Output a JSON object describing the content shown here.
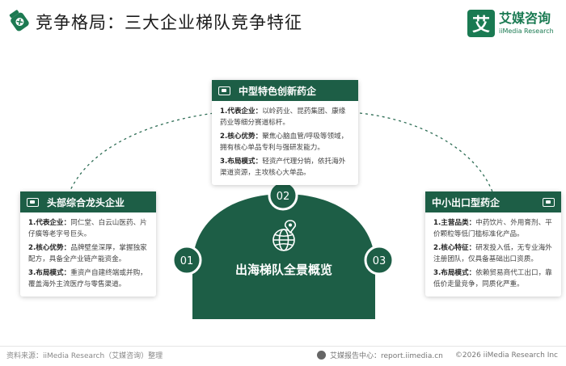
{
  "header": {
    "title": "竞争格局：三大企业梯队竞争特征"
  },
  "logo": {
    "mark": "艾",
    "name_cn": "艾媒咨询",
    "name_en": "iiMedia Research"
  },
  "center": {
    "label": "出海梯队全景概览",
    "numbers": [
      "01",
      "02",
      "03"
    ]
  },
  "cards": {
    "top": {
      "title": "中型特色创新药企",
      "rows": [
        {
          "label": "1.代表企业：",
          "text": "以岭药业、昆药集团、康缘药业等细分赛道标杆。"
        },
        {
          "label": "2.核心优势：",
          "text": "聚焦心脑血管/呼吸等领域，拥有核心单品专利与强研发能力。"
        },
        {
          "label": "3.布局模式：",
          "text": "轻资产代理分销，依托海外渠道资源，主攻核心大单品。"
        }
      ]
    },
    "left": {
      "title": "头部综合龙头企业",
      "rows": [
        {
          "label": "1.代表企业：",
          "text": "同仁堂、白云山医药、片仔癀等老字号巨头。"
        },
        {
          "label": "2.核心优势：",
          "text": "品牌壁垒深厚，掌握独家配方，具备全产业链产能资金。"
        },
        {
          "label": "3.布局模式：",
          "text": "重资产自建终端或并购，覆盖海外主流医疗与零售渠道。"
        }
      ]
    },
    "right": {
      "title": "中小出口型药企",
      "rows": [
        {
          "label": "1.主营品类：",
          "text": "中药饮片、外用膏剂、平价颗粒等低门槛标准化产品。"
        },
        {
          "label": "2.核心特征：",
          "text": "研发投入低，无专业海外注册团队，仅具备基础出口资质。"
        },
        {
          "label": "3.布局模式：",
          "text": "依赖贸易商代工出口，靠低价走量竞争，同质化严重。"
        }
      ]
    }
  },
  "footer": {
    "source": "资料来源：iiMedia Research（艾媒咨询）整理",
    "report_site": "艾媒报告中心：report.iimedia.cn",
    "copyright": "©2026  iiMedia Research  Inc"
  },
  "colors": {
    "primary_green": "#1d5e46",
    "accent_green": "#1a7a52",
    "dashed_line": "#2f6e56"
  }
}
